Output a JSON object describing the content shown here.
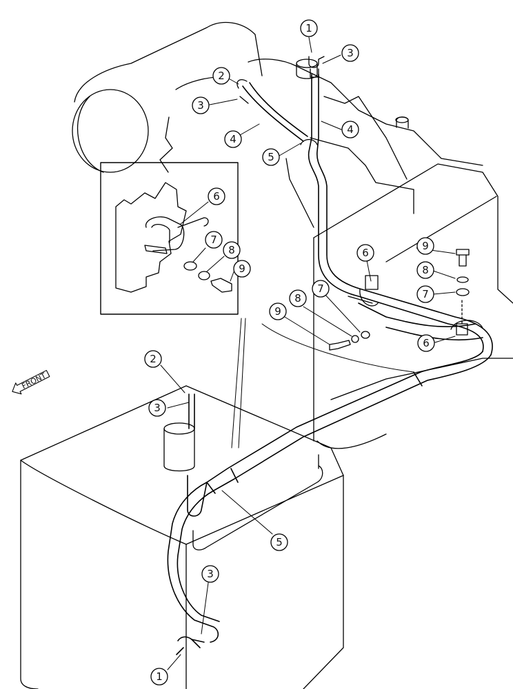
{
  "front_label": "FRONT",
  "callouts": [
    {
      "id": "c1-top",
      "num": "1"
    },
    {
      "id": "c3-top-right",
      "num": "3"
    },
    {
      "id": "c2-top-left",
      "num": "2"
    },
    {
      "id": "c3-top-left",
      "num": "3"
    },
    {
      "id": "c4-left",
      "num": "4"
    },
    {
      "id": "c4-right",
      "num": "4"
    },
    {
      "id": "c5-top",
      "num": "5"
    },
    {
      "id": "c6-inset",
      "num": "6"
    },
    {
      "id": "c7-inset",
      "num": "7"
    },
    {
      "id": "c8-inset",
      "num": "8"
    },
    {
      "id": "c9-inset",
      "num": "9"
    },
    {
      "id": "c6-mid",
      "num": "6"
    },
    {
      "id": "c9-right",
      "num": "9"
    },
    {
      "id": "c8-right",
      "num": "8"
    },
    {
      "id": "c7-right",
      "num": "7"
    },
    {
      "id": "c8-mid",
      "num": "8"
    },
    {
      "id": "c7-mid",
      "num": "7"
    },
    {
      "id": "c9-mid",
      "num": "9"
    },
    {
      "id": "c6-lower",
      "num": "6"
    },
    {
      "id": "c2-bottom",
      "num": "2"
    },
    {
      "id": "c3-bottom",
      "num": "3"
    },
    {
      "id": "c5-bottom",
      "num": "5"
    },
    {
      "id": "c3-lowest",
      "num": "3"
    },
    {
      "id": "c1-bottom",
      "num": "1"
    }
  ]
}
